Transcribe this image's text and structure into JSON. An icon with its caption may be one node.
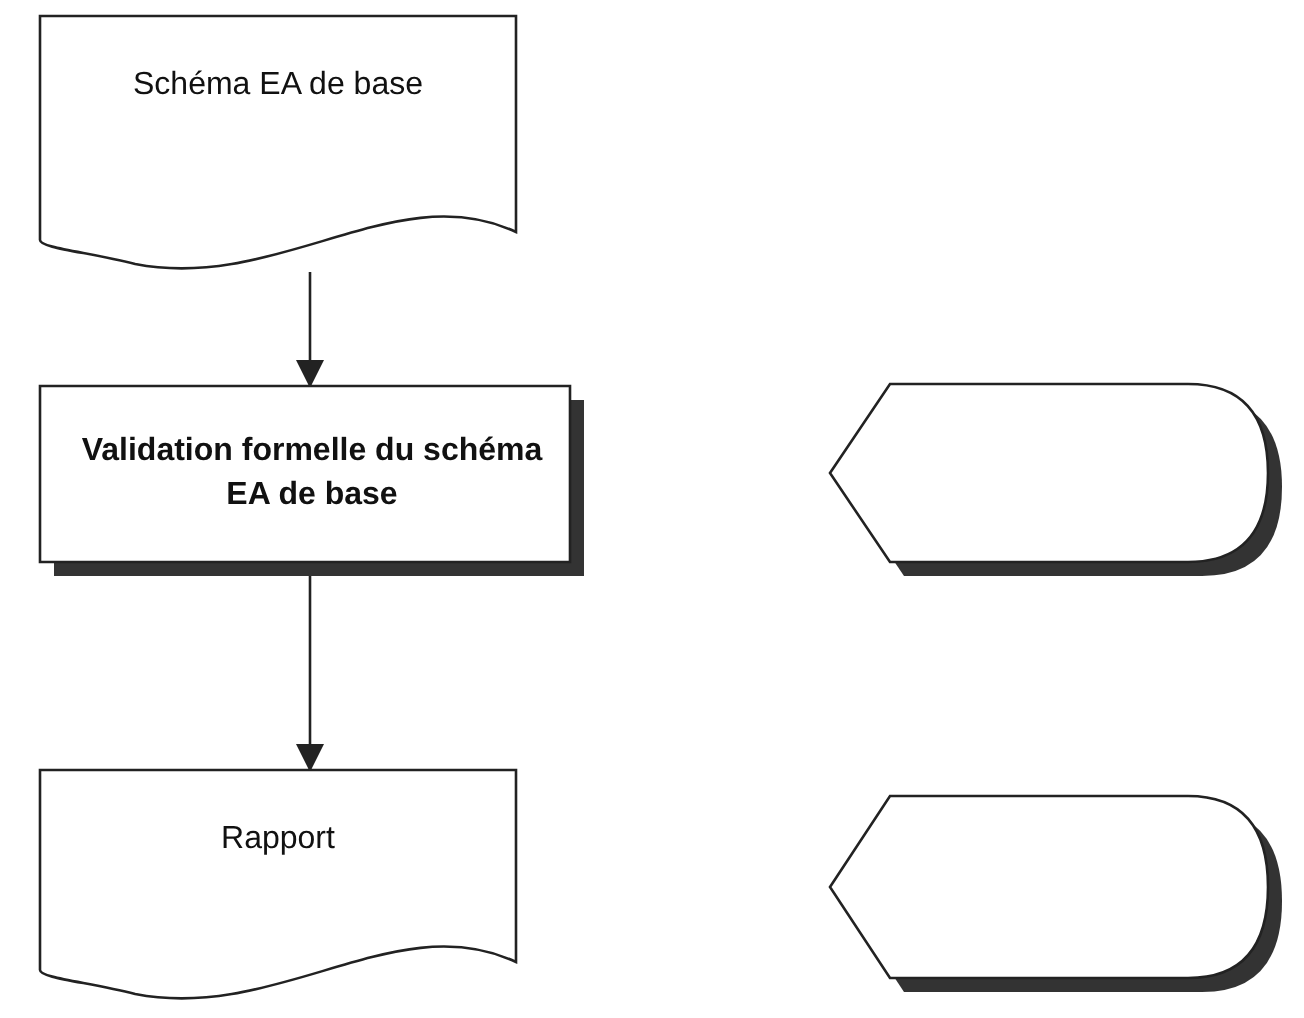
{
  "diagram": {
    "nodes": [
      {
        "text": [
          "Schéma EA de base"
        ]
      },
      {
        "text": [
          "Validation formelle du schéma EA de base"
        ]
      },
      {
        "text": [],
        "shape": "display"
      },
      {
        "text": [
          "Rapport"
        ]
      },
      {
        "text": [],
        "shape": "display"
      }
    ],
    "edges": [
      {
        "from": 0,
        "to": 1,
        "arrow": "to"
      },
      {
        "from": 1,
        "to": 3,
        "arrow": "to"
      }
    ]
  }
}
